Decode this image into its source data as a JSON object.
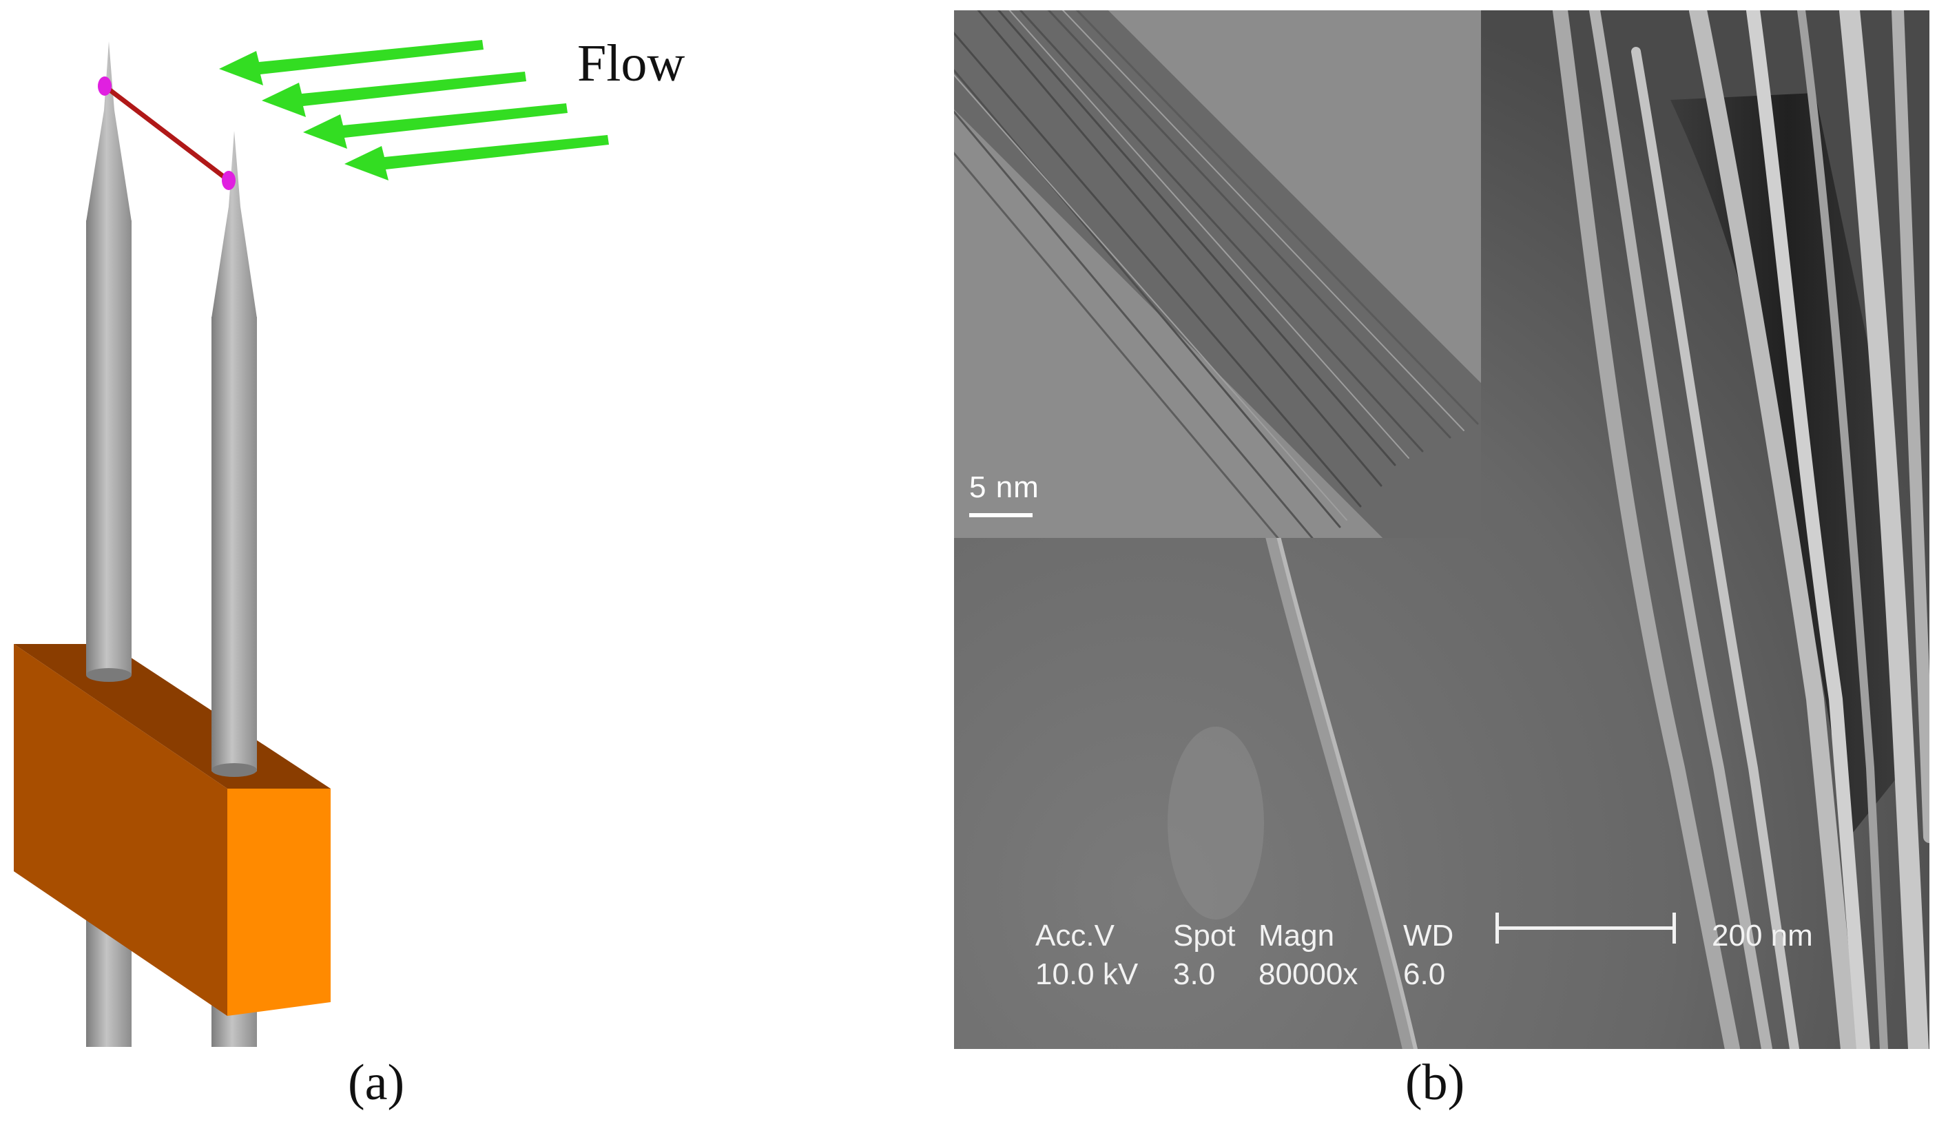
{
  "panel_a": {
    "flow_label": "Flow",
    "caption": "(a)",
    "colors": {
      "needle": "#a8a8a8",
      "wire": "#b01818",
      "contact": "#e020e0",
      "arrow": "#33dd22",
      "block_top": "#8a3d00",
      "block_front": "#a84e00",
      "block_side": "#ff8a00"
    }
  },
  "panel_b": {
    "caption": "(b)",
    "tem_inset": {
      "scale_label": "5 nm"
    },
    "sem_info": {
      "headers": [
        "Acc.V",
        "Spot",
        "Magn",
        "WD"
      ],
      "values": [
        "10.0 kV",
        "3.0",
        "80000x",
        "6.0"
      ],
      "scale_label": "200 nm"
    }
  }
}
